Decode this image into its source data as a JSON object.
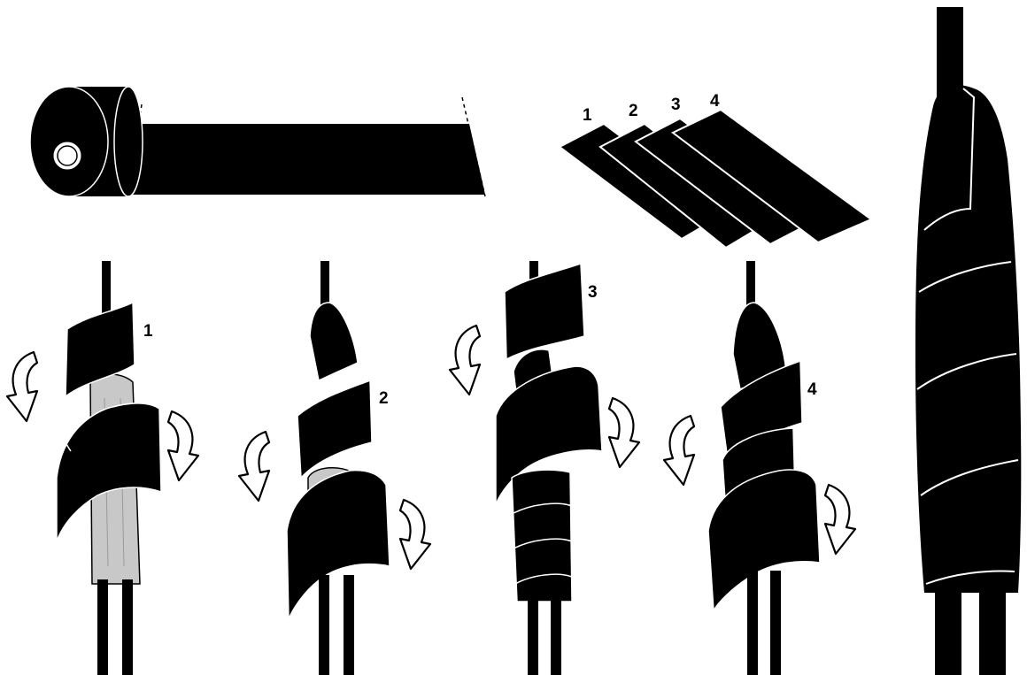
{
  "strip_labels": [
    "1",
    "2",
    "3",
    "4"
  ],
  "step_labels": [
    "1",
    "2",
    "3",
    "4"
  ],
  "colors": {
    "tape": "#000000",
    "cable_core": "#c8c8c8",
    "outline": "#ffffff",
    "background": "#ffffff"
  },
  "icons": [
    "tape-roll-icon",
    "rotate-arrow-icon"
  ]
}
